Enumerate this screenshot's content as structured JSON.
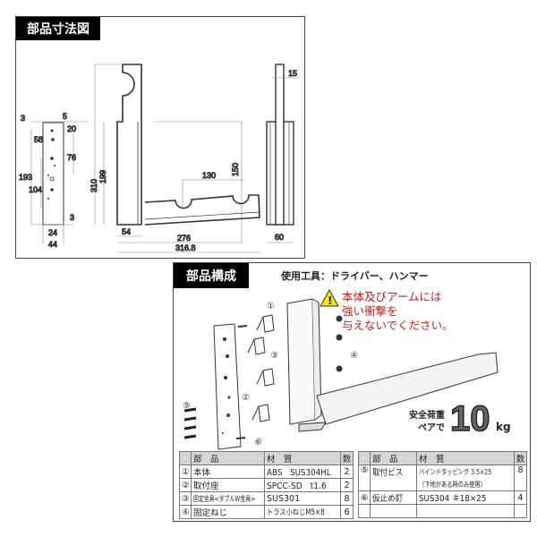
{
  "dimensions": {
    "title": "部品寸法図",
    "labels": {
      "d3a": "3",
      "d5": "5",
      "d20": "20",
      "d58": "58",
      "d76": "76",
      "d193": "193",
      "d104": "104",
      "d3b": "3",
      "d24": "24",
      "d44": "44",
      "d310": "310",
      "d199": "199",
      "d54": "54",
      "d276": "276",
      "d316": "316.8",
      "d130": "130",
      "d150": "150",
      "d15": "15",
      "d60": "60"
    }
  },
  "parts": {
    "title": "部品構成",
    "tools": "使用工具：ドライバー、ハンマー",
    "warning": [
      "本体及びアームには",
      "強い衝撃を",
      "与えないでください。"
    ],
    "callouts": [
      "①",
      "②",
      "③",
      "④",
      "⑤",
      "⑥"
    ],
    "load": {
      "label1": "安全荷重",
      "label2": "ペアで",
      "value": "10",
      "unit": "kg"
    },
    "table_headers": [
      "部　品",
      "材　質",
      "数"
    ],
    "table_left": [
      {
        "no": "①",
        "name": "本体",
        "material": "ABS　SUS304HL",
        "qty": "2"
      },
      {
        "no": "②",
        "name": "取付座",
        "material": "SPCC-SD　t1.6",
        "qty": "2"
      },
      {
        "no": "③",
        "name": "固定金具<ダブルW金具>",
        "material": "SUS301",
        "qty": "8"
      },
      {
        "no": "④",
        "name": "固定ねじ",
        "material": "トラス小ねじM5×8",
        "qty": "6"
      }
    ],
    "table_right": [
      {
        "no": "⑤",
        "name": "取付ビス",
        "material": "バインドタッピング 3.5×25",
        "note": "（下地がある時のみ使用）",
        "qty": "8"
      },
      {
        "no": "⑥",
        "name": "仮止め釘",
        "material": "SUS304 ＃18×25",
        "qty": "4"
      }
    ]
  },
  "colors": {
    "warning": "#c0201a",
    "title_bg": "#000000",
    "table_header": "#d6d6d6"
  }
}
